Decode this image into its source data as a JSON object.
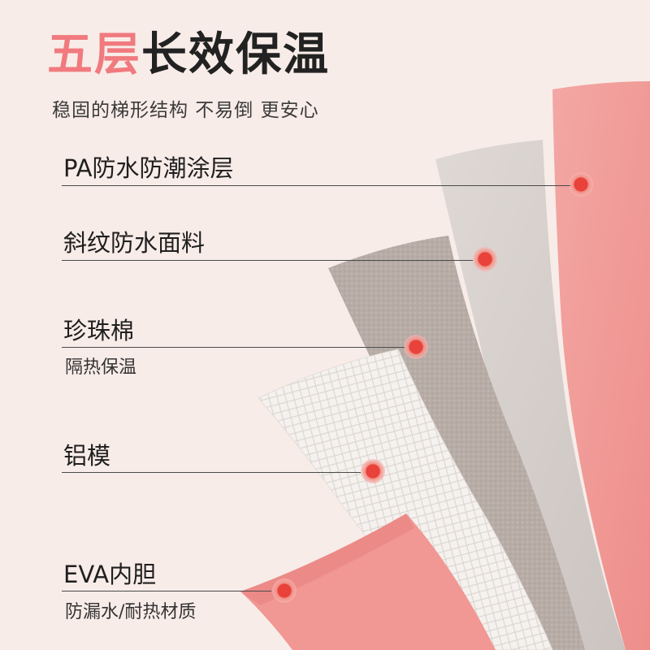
{
  "header": {
    "title_accent": "五层",
    "title_main": "长效保温",
    "subtitle": "稳固的梯形结构 不易倒 更安心"
  },
  "layers": [
    {
      "label": "PA防水防潮涂层",
      "note": ""
    },
    {
      "label": "斜纹防水面料",
      "note": ""
    },
    {
      "label": "珍珠棉",
      "note": "隔热保温"
    },
    {
      "label": "铝模",
      "note": ""
    },
    {
      "label": "EVA内胆",
      "note": "防漏水/耐热材质"
    }
  ],
  "colors": {
    "background": "#f8ece8",
    "accent": "#f07a7e",
    "marker": "#e8423a"
  }
}
